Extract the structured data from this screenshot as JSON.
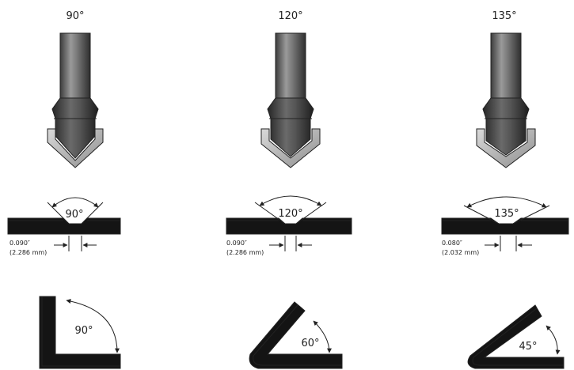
{
  "columns": [
    {
      "title": "90°",
      "groove_label": "90°",
      "dim_inch": "0.090″",
      "dim_mm": "(2.286 mm)",
      "bend_label": "90°"
    },
    {
      "title": "120°",
      "groove_label": "120°",
      "dim_inch": "0.090″",
      "dim_mm": "(2.286 mm)",
      "bend_label": "60°"
    },
    {
      "title": "135°",
      "groove_label": "135°",
      "dim_inch": "0.080″",
      "dim_mm": "(2.032 mm)",
      "bend_label": "45°"
    }
  ],
  "colors": {
    "shank": "#6e6e6e",
    "body": "#4a4a4a",
    "blade": "#bdbdbd",
    "panel": "#141414",
    "outline": "#222222"
  }
}
